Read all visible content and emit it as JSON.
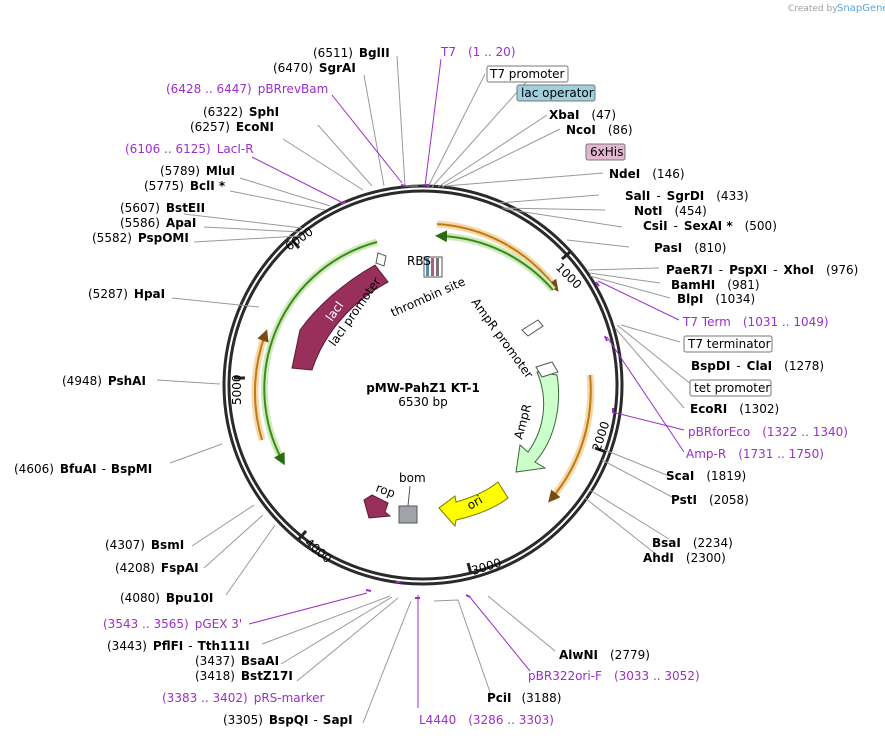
{
  "credit": {
    "prefix": "Created by",
    "brand": "SnapGene"
  },
  "plasmid": {
    "name": "pMW-PahZ1 KT-1",
    "size": "6530 bp"
  },
  "ticks": [
    "1000",
    "2000",
    "3000",
    "4000",
    "5000",
    "6000"
  ],
  "sites": {
    "bglII": {
      "pos": "(6511)",
      "name": "BglII"
    },
    "sgrAI": {
      "pos": "(6470)",
      "name": "SgrAI"
    },
    "pbrrevbam": {
      "range": "(6428 .. 6447)",
      "name": "pBRrevBam"
    },
    "sphI": {
      "pos": "(6322)",
      "name": "SphI"
    },
    "ecoNI": {
      "pos": "(6257)",
      "name": "EcoNI"
    },
    "laci_r": {
      "range": "(6106 .. 6125)",
      "name": "LacI-R"
    },
    "mluI": {
      "pos": "(5789)",
      "name": "MluI"
    },
    "bclI": {
      "pos": "(5775)",
      "name": "BclI *"
    },
    "bstEII": {
      "pos": "(5607)",
      "name": "BstEII"
    },
    "apaI": {
      "pos": "(5586)",
      "name": "ApaI"
    },
    "pspOMI": {
      "pos": "(5582)",
      "name": "PspOMI"
    },
    "hpaI": {
      "pos": "(5287)",
      "name": "HpaI"
    },
    "pshAI": {
      "pos": "(4948)",
      "name": "PshAI"
    },
    "bfuAI": {
      "pos": "(4606)",
      "name": "BfuAI",
      "name2": "BspMI"
    },
    "bsmI": {
      "pos": "(4307)",
      "name": "BsmI"
    },
    "fspAI": {
      "pos": "(4208)",
      "name": "FspAI"
    },
    "bpu10I": {
      "pos": "(4080)",
      "name": "Bpu10I"
    },
    "pgex3": {
      "range": "(3543 .. 3565)",
      "name": "pGEX 3'"
    },
    "pflFI": {
      "pos": "(3443)",
      "name": "PflFI",
      "name2": "Tth111I"
    },
    "bsaAI": {
      "pos": "(3437)",
      "name": "BsaAI"
    },
    "bstZ17I": {
      "pos": "(3418)",
      "name": "BstZ17I"
    },
    "prsmarker": {
      "range": "(3383 .. 3402)",
      "name": "pRS-marker"
    },
    "bspQI": {
      "pos": "(3305)",
      "name": "BspQI",
      "name2": "SapI"
    },
    "l4440": {
      "name": "L4440",
      "range": "(3286 .. 3303)"
    },
    "pciI": {
      "name": "PciI",
      "pos": "(3188)"
    },
    "pbr322ori": {
      "name": "pBR322ori-F",
      "range": "(3033 .. 3052)"
    },
    "alwNI": {
      "name": "AlwNI",
      "pos": "(2779)"
    },
    "t7": {
      "name": "T7",
      "range": "(1 .. 20)"
    },
    "t7promoter": {
      "name": "T7 promoter"
    },
    "lacoperator": {
      "name": "lac operator"
    },
    "xbaI": {
      "name": "XbaI",
      "pos": "(47)"
    },
    "ncoI": {
      "name": "NcoI",
      "pos": "(86)"
    },
    "his6": {
      "name": "6xHis"
    },
    "ndeI": {
      "name": "NdeI",
      "pos": "(146)"
    },
    "salI": {
      "name": "SalI",
      "name2": "SgrDI",
      "pos": "(433)"
    },
    "notI": {
      "name": "NotI",
      "pos": "(454)"
    },
    "csiI": {
      "name": "CsiI",
      "name2": "SexAI *",
      "pos": "(500)"
    },
    "pasI": {
      "name": "PasI",
      "pos": "(810)"
    },
    "paeR7I": {
      "name": "PaeR7I",
      "name2": "PspXI",
      "name3": "XhoI",
      "pos": "(976)"
    },
    "bamHI": {
      "name": "BamHI",
      "pos": "(981)"
    },
    "blpI": {
      "name": "BlpI",
      "pos": "(1034)"
    },
    "t7term": {
      "name": "T7 Term",
      "range": "(1031 .. 1049)"
    },
    "t7terminator": {
      "name": "T7 terminator"
    },
    "bspDI": {
      "name": "BspDI",
      "name2": "ClaI",
      "pos": "(1278)"
    },
    "tetpromoter": {
      "name": "tet promoter"
    },
    "ecoRI": {
      "name": "EcoRI",
      "pos": "(1302)"
    },
    "pbrforeco": {
      "name": "pBRforEco",
      "range": "(1322 .. 1340)"
    },
    "ampr_primer": {
      "name": "Amp-R",
      "range": "(1731 .. 1750)"
    },
    "scaI": {
      "name": "ScaI",
      "pos": "(1819)"
    },
    "pstI": {
      "name": "PstI",
      "pos": "(2058)"
    },
    "bsaI": {
      "name": "BsaI",
      "pos": "(2234)"
    },
    "ahdI": {
      "name": "AhdI",
      "pos": "(2300)"
    }
  },
  "features": {
    "laci": "lacI",
    "laci_promoter": "lacI promoter",
    "rbs": "RBS",
    "thrombin": "thrombin site",
    "ampr_promoter": "AmpR promoter",
    "ampr": "AmpR",
    "ori": "ori",
    "rop": "rop",
    "bom": "bom"
  },
  "colors": {
    "laci": "#99305c",
    "ampr": "#ccffcc",
    "ori": "#ffff00",
    "rop": "#99305c",
    "bom": "#a0a4a8",
    "orf_orange": "#e8a33c",
    "orf_green": "#3a8a1c",
    "lac_operator_box": "#9ed0de",
    "his_box": "#e3b8cf",
    "primer": "#9b2fc9"
  }
}
